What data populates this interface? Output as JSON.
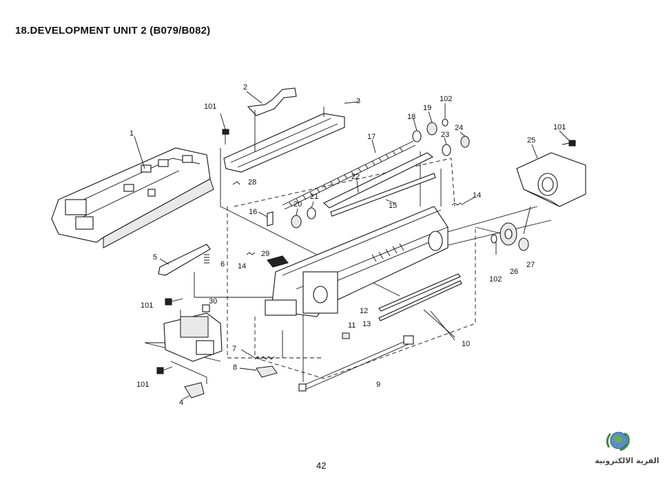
{
  "header": {
    "title": "18.DEVELOPMENT UNIT 2 (B079/B082)"
  },
  "footer": {
    "page_number": "42"
  },
  "watermark": {
    "text": "القرية الالكترونية"
  },
  "callouts": {
    "c1": "1",
    "c2": "2",
    "c3": "3",
    "c4": "4",
    "c5": "5",
    "c6": "6",
    "c7": "7",
    "c8": "8",
    "c9": "9",
    "c10": "10",
    "c11": "11",
    "c12": "12",
    "c13": "13",
    "c14a": "14",
    "c14b": "14",
    "c15": "15",
    "c16": "16",
    "c17": "17",
    "c18": "18",
    "c19": "19",
    "c20": "20",
    "c21": "21",
    "c22": "22",
    "c23": "23",
    "c24": "24",
    "c25": "25",
    "c26": "26",
    "c27": "27",
    "c28": "28",
    "c29": "29",
    "c30": "30",
    "c101a": "101",
    "c101b": "101",
    "c101c": "101",
    "c101d": "101",
    "c102a": "102",
    "c102b": "102"
  }
}
